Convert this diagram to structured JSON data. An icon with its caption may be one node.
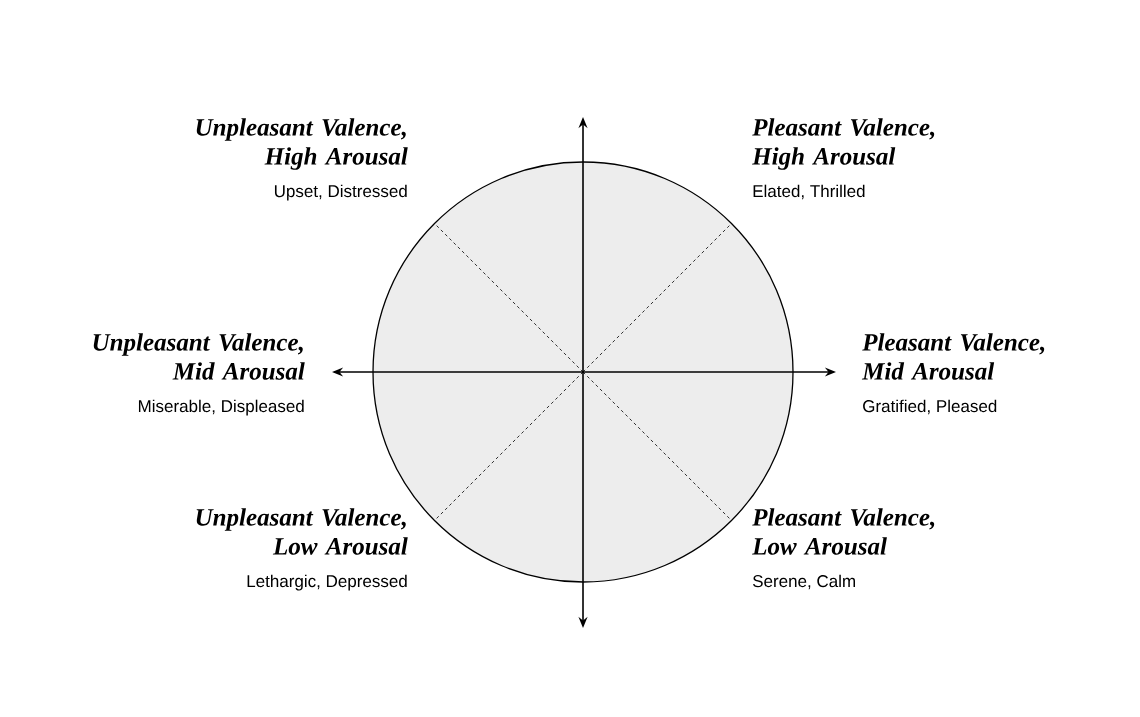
{
  "diagram": {
    "labels": [
      "Unpleasant Valence, High Arousal",
      "Upset, Distressed",
      "Pleasant Valence, High Arousal",
      "Elated, Thrilled",
      "Unpleasant Valence, Mid Arousal",
      "Miserable, Displeased",
      "Pleasant Valence, Mid Arousal",
      "Gratified, Pleased",
      "Unpleasant Valence, Low Arousal",
      "Lethargic, Depressed",
      "Pleasant Valence, Low Arousal",
      "Serene, Calm"
    ]
  }
}
